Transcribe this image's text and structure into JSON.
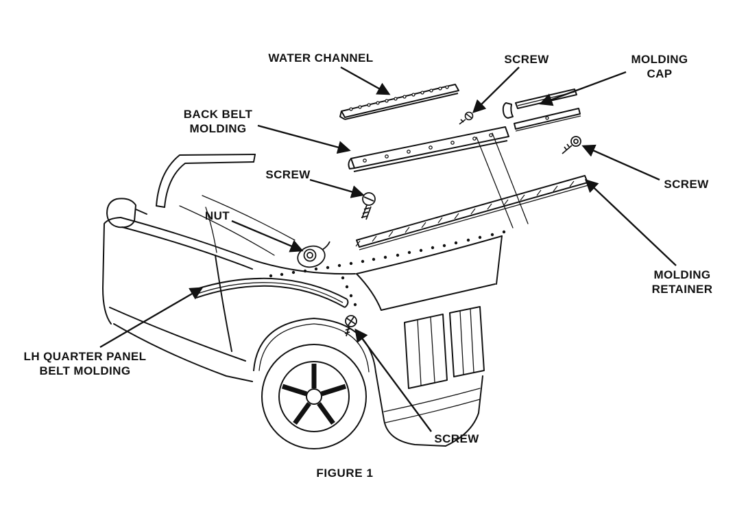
{
  "figure": {
    "caption": "FIGURE 1",
    "line_color": "#111111",
    "background": "#ffffff"
  },
  "labels": {
    "water_channel": {
      "line1": "WATER CHANNEL"
    },
    "screw_top": {
      "line1": "SCREW"
    },
    "molding_cap": {
      "line1": "MOLDING",
      "line2": "CAP"
    },
    "back_belt_molding": {
      "line1": "BACK BELT",
      "line2": "MOLDING"
    },
    "screw_right": {
      "line1": "SCREW"
    },
    "screw_center": {
      "line1": "SCREW"
    },
    "nut": {
      "line1": "NUT"
    },
    "molding_retainer": {
      "line1": "MOLDING",
      "line2": "RETAINER"
    },
    "lh_quarter_panel_belt_molding": {
      "line1": "LH QUARTER PANEL",
      "line2": "BELT MOLDING"
    },
    "screw_bottom": {
      "line1": "SCREW"
    }
  }
}
